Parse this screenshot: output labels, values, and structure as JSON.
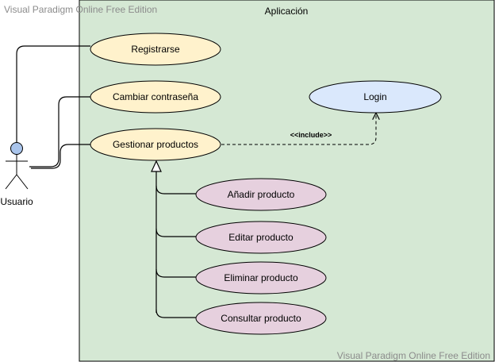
{
  "watermark_top": "Visual Paradigm Online Free Edition",
  "watermark_bottom": "Visual Paradigm Online Free Edition",
  "system": {
    "label": "Aplicación"
  },
  "actor": {
    "label": "Usuario"
  },
  "use_cases": {
    "registrarse": "Registrarse",
    "cambiar": "Cambiar contraseña",
    "gestionar": "Gestionar productos",
    "login": "Login",
    "anadir": "Añadir producto",
    "editar": "Editar producto",
    "eliminar": "Eliminar producto",
    "consultar": "Consultar producto"
  },
  "relations": {
    "include_label": "<<include>>"
  },
  "colors": {
    "system_fill": "#d5e8d4",
    "base_uc_fill": "#fff2cc",
    "login_fill": "#dae8fc",
    "child_uc_fill": "#e6d0de",
    "actor_head": "#a9c4eb"
  }
}
